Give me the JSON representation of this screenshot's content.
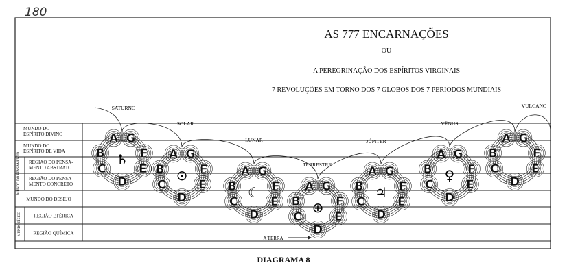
{
  "page_number": "180",
  "title": "AS 777 ENCARNAÇÕES",
  "or": "OU",
  "subtitle": "A PEREGRINAÇÃO DOS ESPÍRITOS VIRGINAIS",
  "subtitle2": "7 REVOLUÇÕES EM TORNO DOS 7 GLOBOS DOS 7 PERÍODOS MUNDIAIS",
  "caption": "DIAGRAMA 8",
  "rows": [
    {
      "l1": "MUNDO DO",
      "l2": "ESPÍRITO DIVINO"
    },
    {
      "l1": "MUNDO DO",
      "l2": "ESPÍRITO DE VIDA"
    },
    {
      "l1": "REGIÃO DO PENSA-",
      "l2": "MENTO ABSTRATO"
    },
    {
      "l1": "REGIÃO DO PENSA-",
      "l2": "MENTO CONCRETO"
    },
    {
      "l1": "MUNDO DO DESEJO",
      "l2": ""
    },
    {
      "l1": "REGIÃO ETÉRICA",
      "l2": ""
    },
    {
      "l1": "REGIÃO QUÍMICA",
      "l2": ""
    }
  ],
  "group_labels": {
    "pensamento": "MUNDO DO PENSAMENTO",
    "fisico": "MUNDO FÍSICO"
  },
  "globes": [
    "A",
    "B",
    "C",
    "D",
    "E",
    "F",
    "G"
  ],
  "periods": [
    {
      "name": "SATURNO",
      "symbol": "♄"
    },
    {
      "name": "SOLAR",
      "symbol": "⊙"
    },
    {
      "name": "LUNAR",
      "symbol": "☾"
    },
    {
      "name": "TERRESTRE",
      "symbol": "⊕"
    },
    {
      "name": "JÚPITER",
      "symbol": "♃"
    },
    {
      "name": "VÊNUS",
      "symbol": "♀"
    },
    {
      "name": "VULCANO",
      "symbol": ""
    }
  ],
  "earth_label": "A TERRA"
}
